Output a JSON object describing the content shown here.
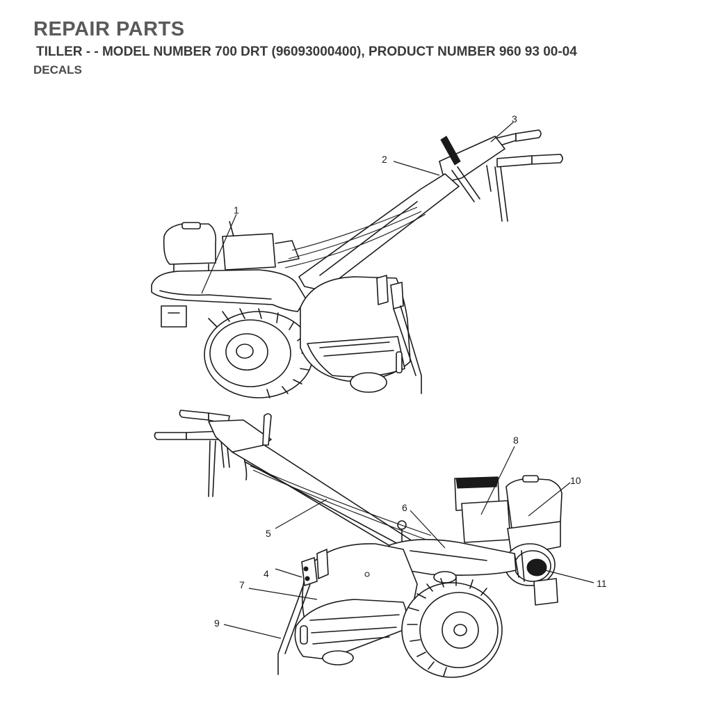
{
  "header": {
    "title": "REPAIR PARTS",
    "subtitle": "TILLER - - MODEL NUMBER 700 DRT (96093000400), PRODUCT NUMBER 960 93 00-04",
    "section": "DECALS"
  },
  "callouts": {
    "c1": "1",
    "c2": "2",
    "c3": "3",
    "c4": "4",
    "c5": "5",
    "c6": "6",
    "c7": "7",
    "c8": "8",
    "c9": "9",
    "c10": "10",
    "c11": "11"
  }
}
